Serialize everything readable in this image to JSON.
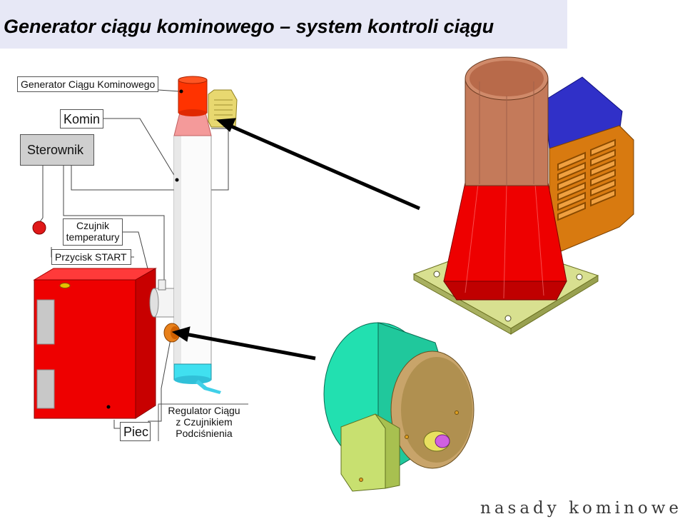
{
  "title": "Generator ciągu kominowego – system kontroli ciągu",
  "labels": {
    "generator": "Generator Ciągu Kominowego",
    "komin": "Komin",
    "sterownik": "Sterownik",
    "czujnik_line1": "Czujnik",
    "czujnik_line2": "temperatury",
    "przycisk": "Przycisk START",
    "piec": "Piec",
    "regulator_line1": "Regulator Ciągu",
    "regulator_line2": "z Czujnikiem",
    "regulator_line3": "Podciśnienia"
  },
  "brand": "nasady kominowe",
  "colors": {
    "title_band": "#e7e8f6",
    "boiler": "#ee0000",
    "generator_cap": "#ff3300",
    "chimney_pink": "#f4a0a0",
    "regulator_green": "#22e0b0",
    "regulator_tan": "#c8a46a",
    "base_plate": "#d8e090",
    "fan_housing_blue": "#3030c8",
    "fan_housing_orange": "#d87a10",
    "stack_copper": "#c47a5a"
  }
}
